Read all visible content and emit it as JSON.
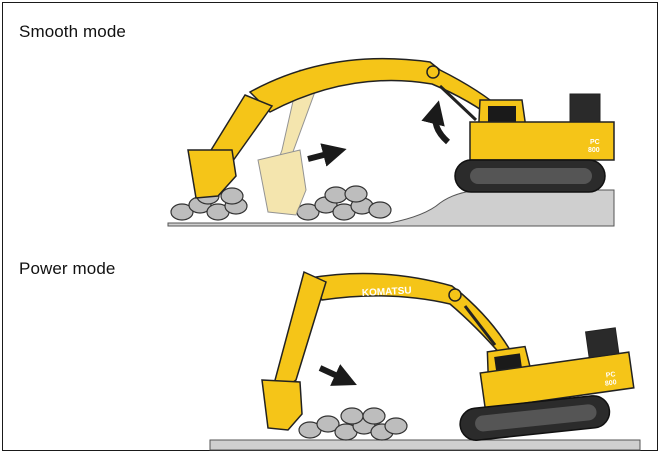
{
  "panels": [
    {
      "label": "Smooth mode"
    },
    {
      "label": "Power mode"
    }
  ],
  "brand_text": "KOMATSU",
  "model_text": [
    "PC",
    "800"
  ],
  "colors": {
    "machine_yellow": "#f5c518",
    "machine_shade": "#d9a400",
    "outline": "#222222",
    "ground": "#cfcfcf",
    "rock": "#b9b9b9",
    "arrow": "#1a1a1a",
    "ghost_arm": "#f3e3a6"
  },
  "icons": [
    "motion-arrow-icon",
    "boom-lift-arrow-icon",
    "rock-pile-icon"
  ]
}
